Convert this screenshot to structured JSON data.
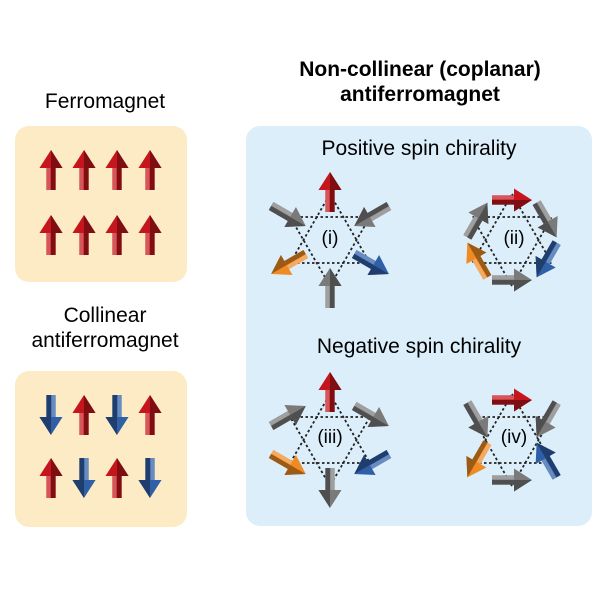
{
  "headings": {
    "ferromagnet": "Ferromagnet",
    "collinear_line1": "Collinear",
    "collinear_line2": "antiferromagnet",
    "noncollinear_line1": "Non-collinear (coplanar)",
    "noncollinear_line2": "antiferromagnet"
  },
  "sections": {
    "positive": "Positive spin chirality",
    "negative": "Negative spin chirality"
  },
  "structures": [
    {
      "label": "(i)"
    },
    {
      "label": "(ii)"
    },
    {
      "label": "(iii)"
    },
    {
      "label": "(iv)"
    }
  ],
  "colors": {
    "red": "#c4161c",
    "blue": "#2f5fa7",
    "orange": "#f08a24",
    "gray": "#7a7a7a",
    "panel_fm": "#fcebc4",
    "panel_nc": "#dbeefa"
  },
  "ferromagnet_spins": [
    "up",
    "up",
    "up",
    "up",
    "up",
    "up",
    "up",
    "up"
  ],
  "antiferromagnet_spins": [
    "down",
    "up",
    "down",
    "up",
    "up",
    "down",
    "up",
    "down"
  ]
}
